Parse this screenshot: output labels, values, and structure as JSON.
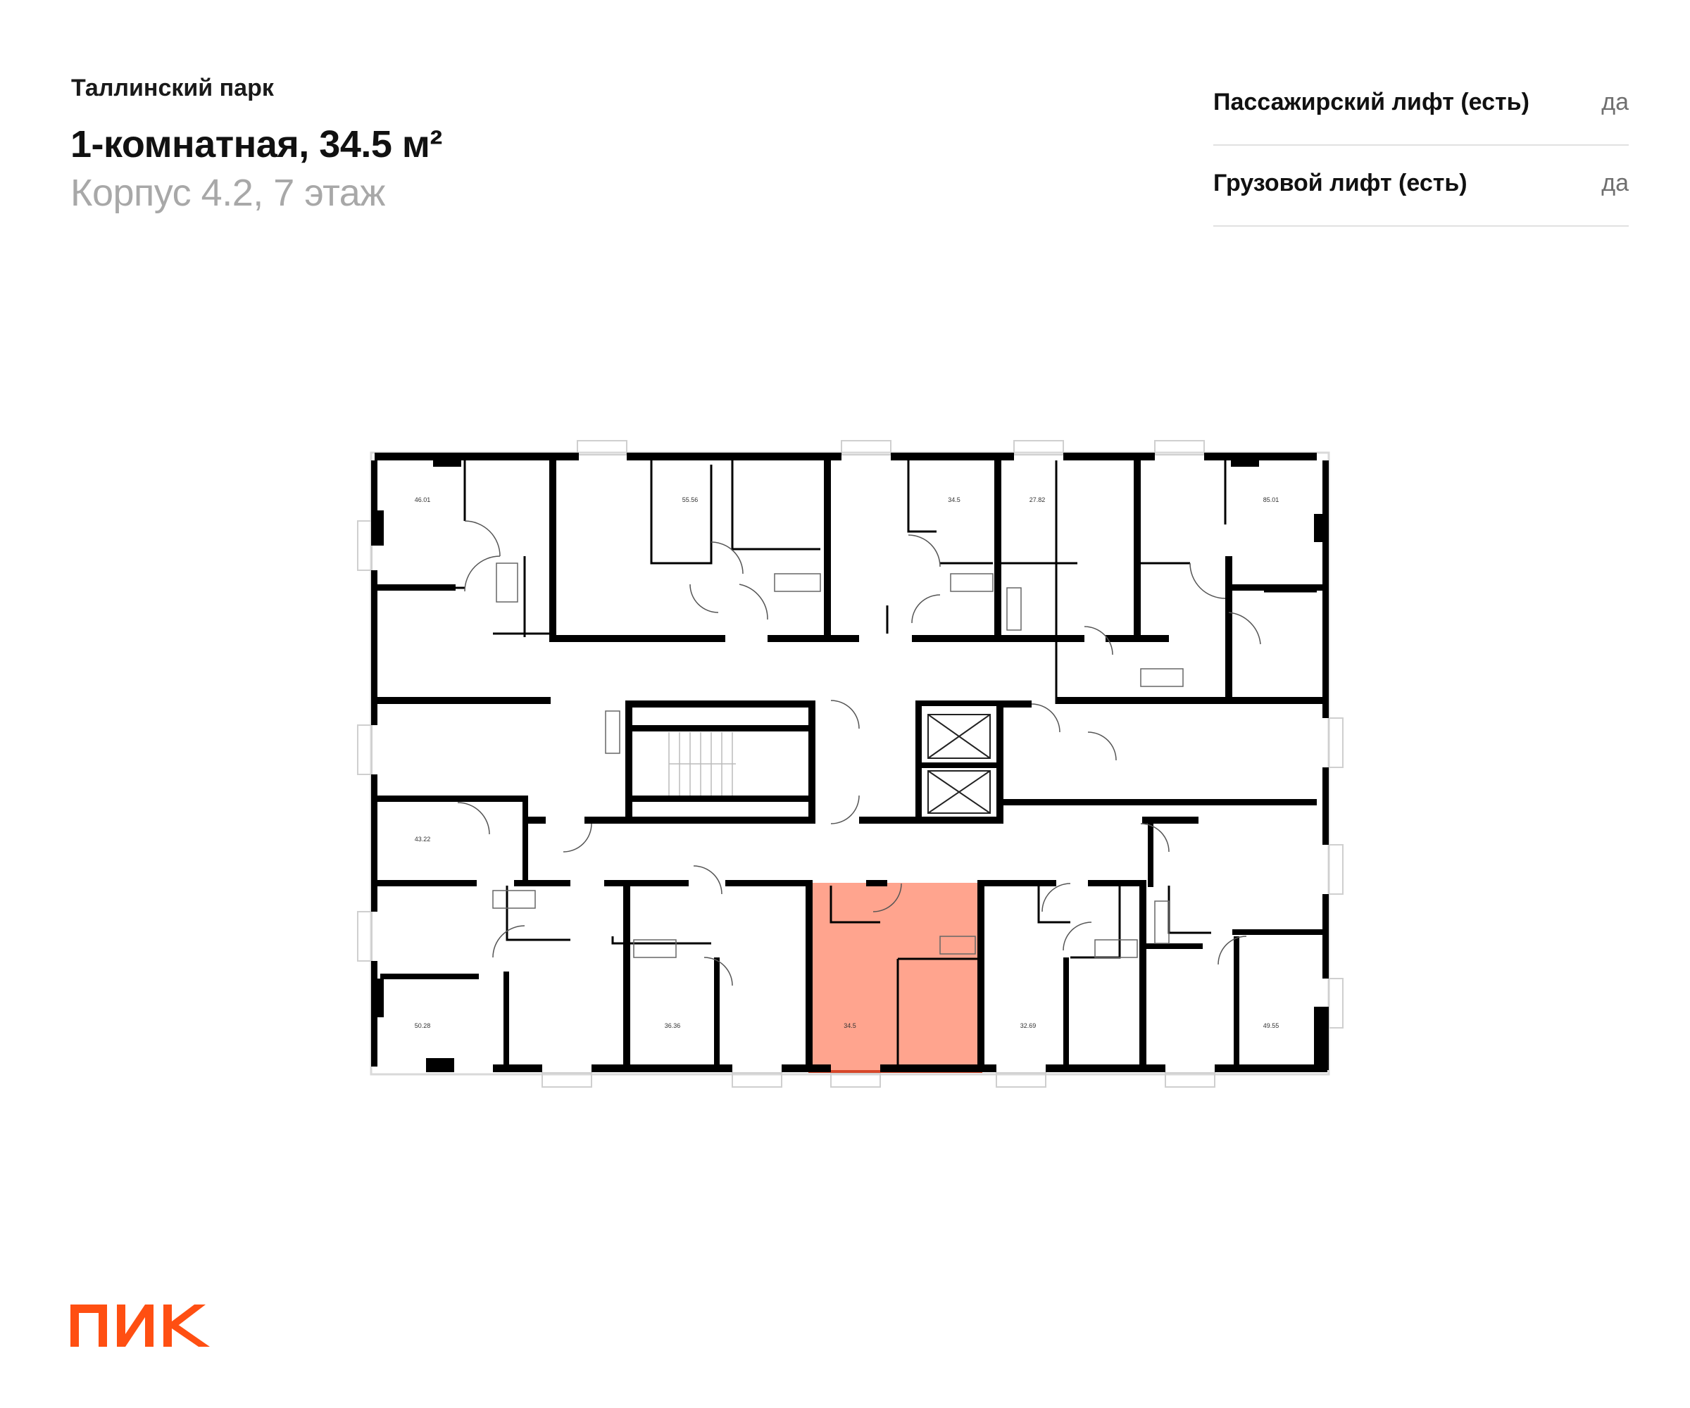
{
  "header": {
    "project_name": "Таллинский парк",
    "apartment_title": "1-комнатная, 34.5 м²",
    "building_floor": "Корпус 4.2, 7 этаж"
  },
  "features": [
    {
      "label": "Пассажирский лифт (есть)",
      "value": "да"
    },
    {
      "label": "Грузовой лифт (есть)",
      "value": "да"
    }
  ],
  "floor_plan": {
    "highlight_color": "#ffa48e",
    "highlight_border": "#d6472a",
    "unit_areas": {
      "top_1": "46.01",
      "top_2": "55.56",
      "top_3": "34.5",
      "top_4": "27.82",
      "top_5": "85.01",
      "left_mid": "43.22",
      "bottom_1": "50.28",
      "bottom_2": "36.36",
      "bottom_3": "34.5",
      "bottom_4": "32.69",
      "bottom_5": "49.55"
    }
  },
  "logo": {
    "text": "ПИК",
    "color": "#ff4f12"
  }
}
